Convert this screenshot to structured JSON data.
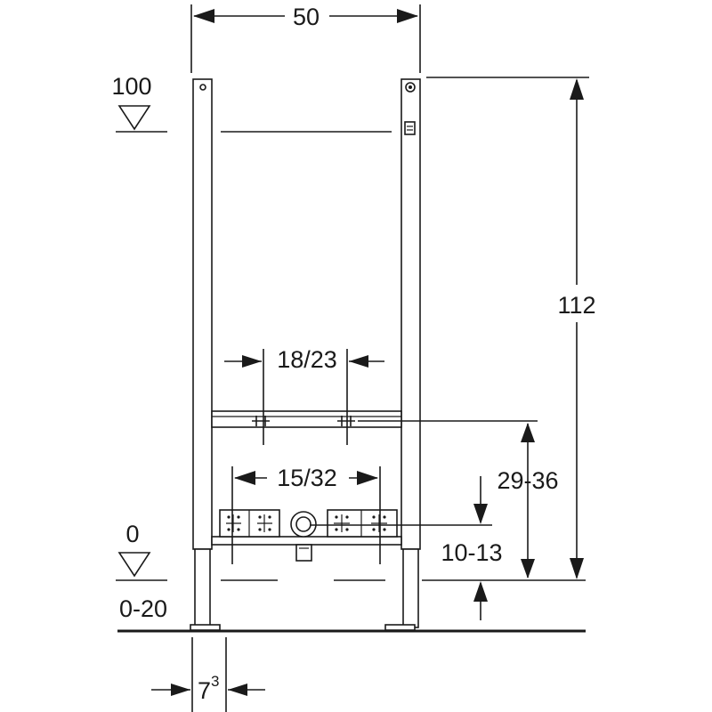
{
  "dimensions": {
    "frame_width": "50",
    "height_total": "112",
    "spacing_upper": "18/23",
    "spacing_lower": "15/32",
    "height_upper": "29-36",
    "height_lower": "10-13",
    "foot_width": "7",
    "foot_width_sup": "3",
    "leg_adjust": "0-20"
  },
  "levels": {
    "top": "100",
    "zero": "0"
  },
  "colors": {
    "line": "#1a1a1a",
    "background": "#ffffff"
  }
}
